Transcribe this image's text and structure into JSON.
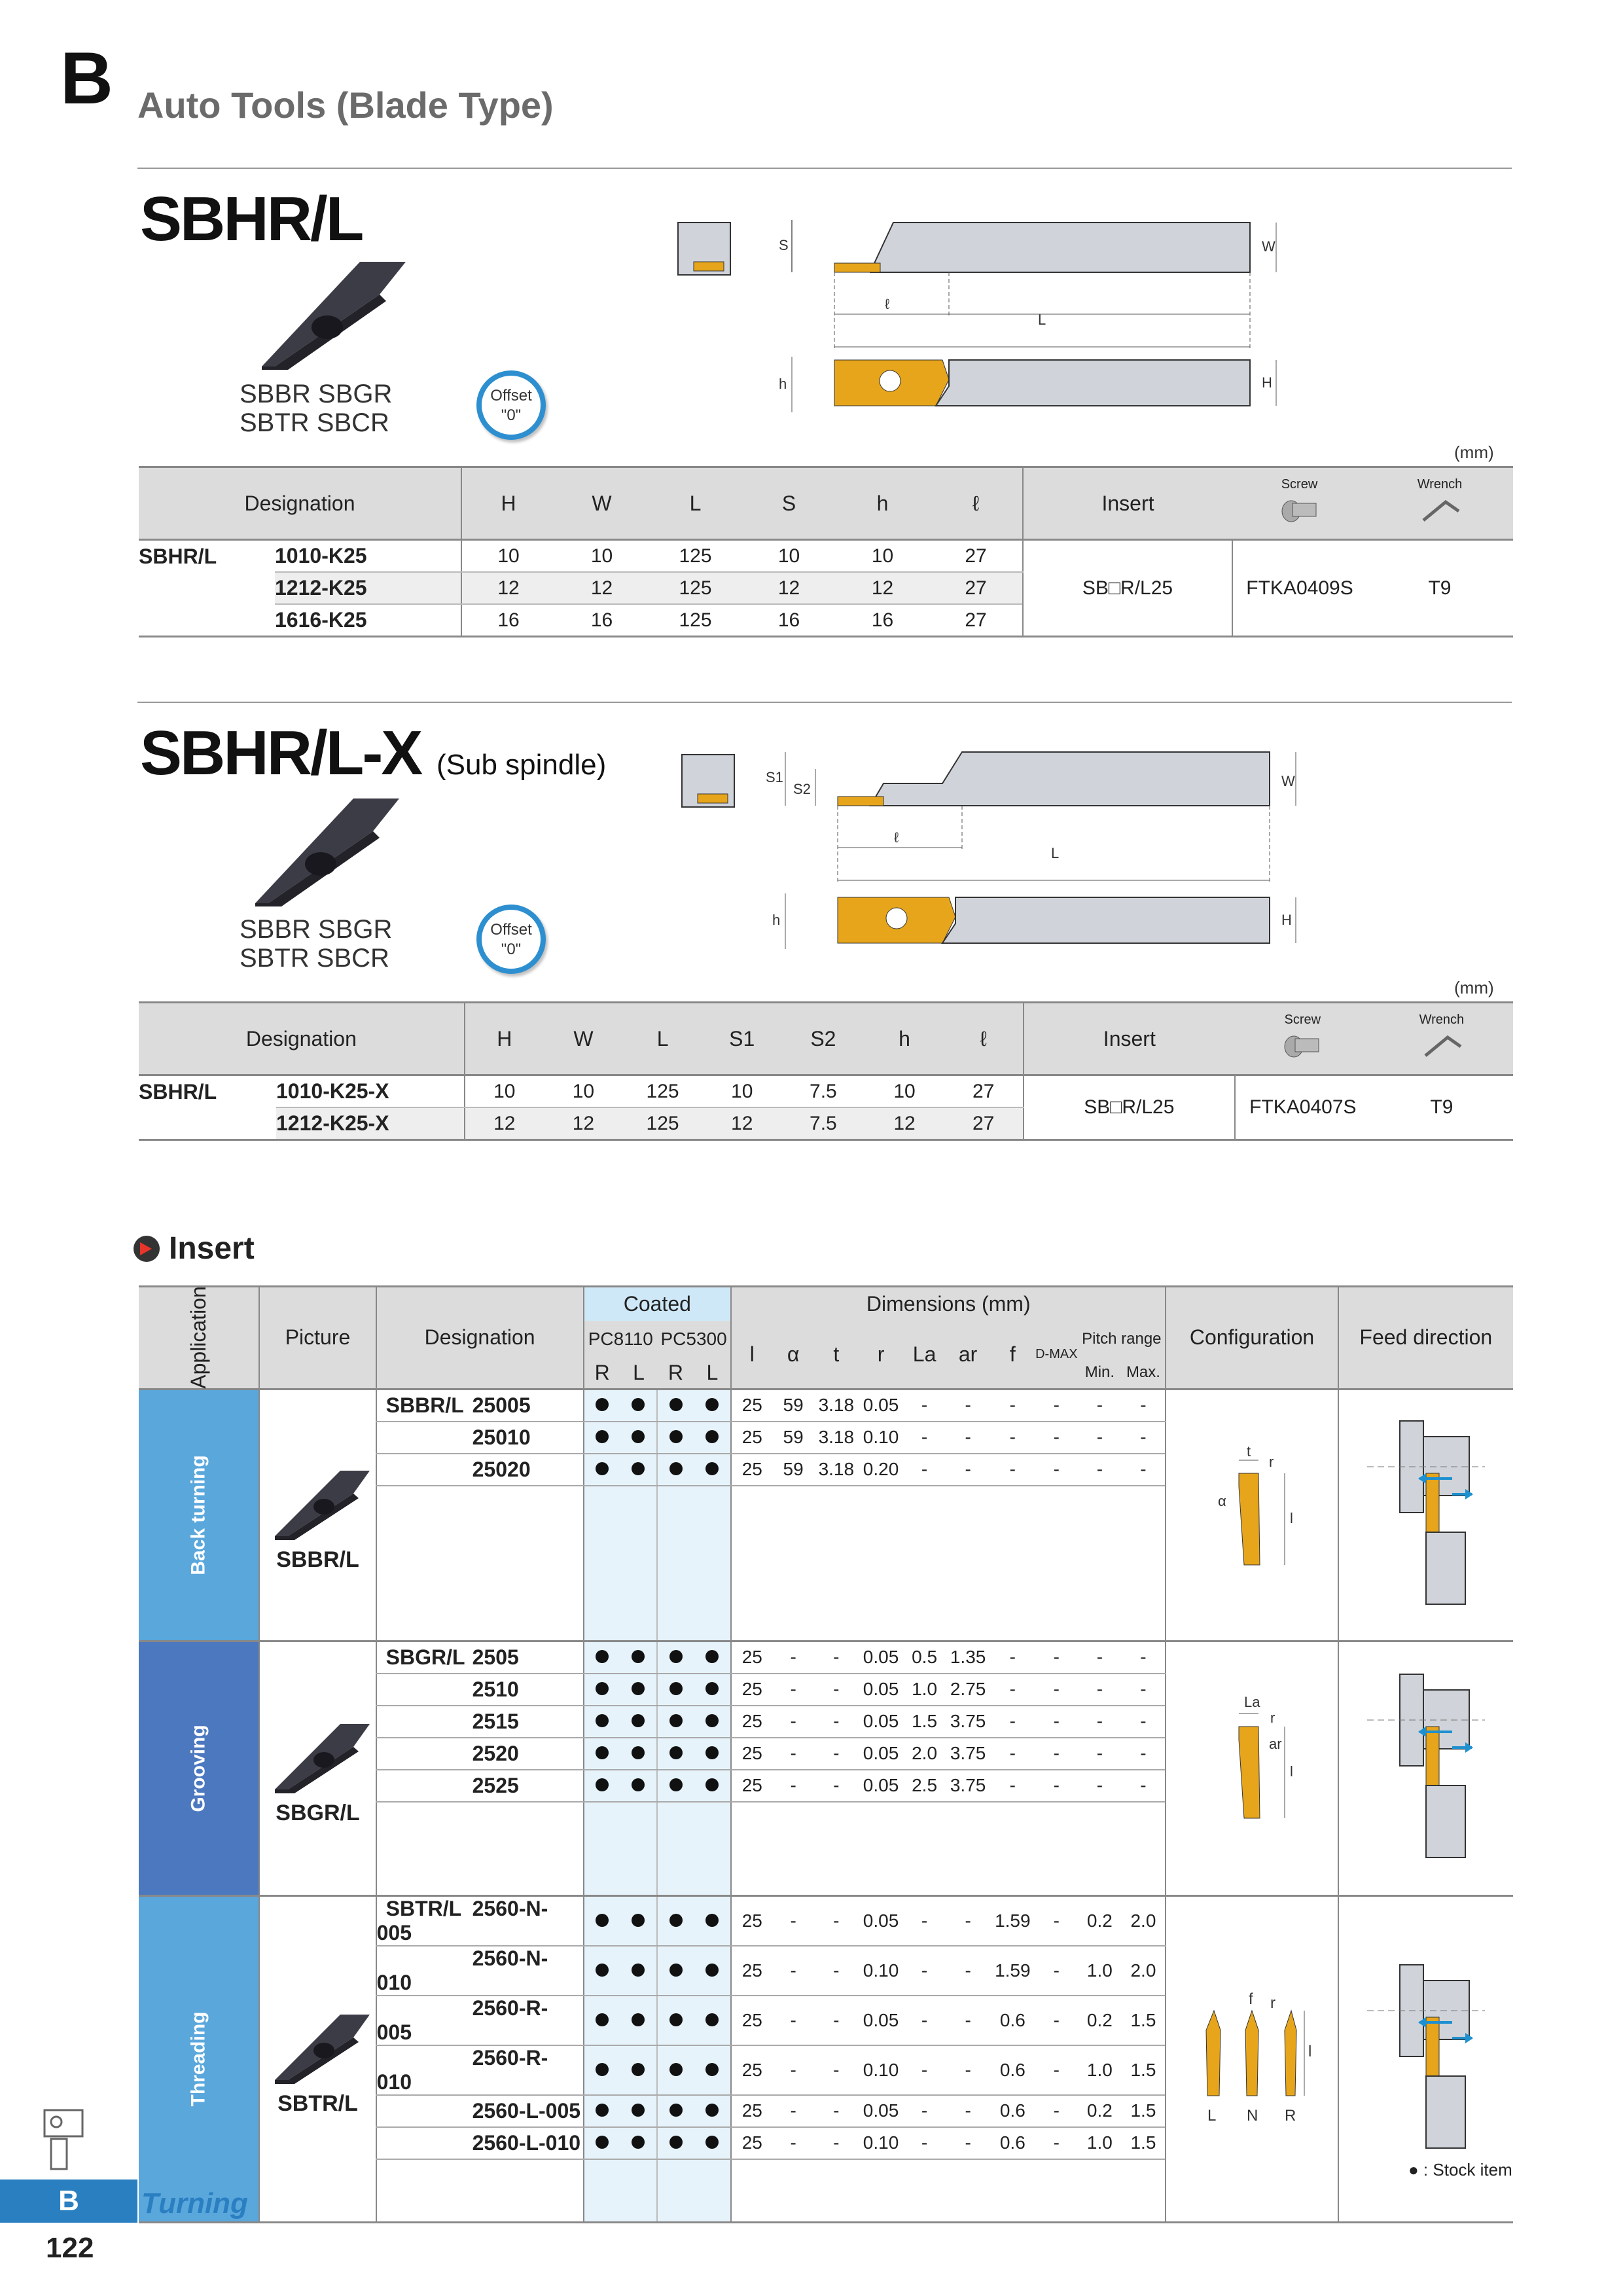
{
  "section": {
    "letter": "B",
    "title": "Auto Tools (Blade Type)"
  },
  "products": [
    {
      "title": "SBHR/L",
      "subtitle": "",
      "series_line1": "SBBR  SBGR",
      "series_line2": "SBTR  SBCR",
      "offset_line1": "Offset",
      "offset_line2": "\"0\"",
      "unit": "(mm)",
      "diagram_labels": {
        "s": "S",
        "w": "W",
        "l_small": "ℓ",
        "L": "L",
        "h": "h",
        "H": "H"
      },
      "headers": {
        "designation": "Designation",
        "cols": [
          "H",
          "W",
          "L",
          "S",
          "h",
          "ℓ"
        ],
        "insert": "Insert",
        "screw": "Screw",
        "wrench": "Wrench"
      },
      "prefix": "SBHR/L",
      "rows": [
        {
          "code": "1010-K25",
          "vals": [
            "10",
            "10",
            "125",
            "10",
            "10",
            "27"
          ]
        },
        {
          "code": "1212-K25",
          "vals": [
            "12",
            "12",
            "125",
            "12",
            "12",
            "27"
          ]
        },
        {
          "code": "1616-K25",
          "vals": [
            "16",
            "16",
            "125",
            "16",
            "16",
            "27"
          ]
        }
      ],
      "insert": "SB□R/L25",
      "screw": "FTKA0409S",
      "wrench": "T9"
    },
    {
      "title": "SBHR/L-X",
      "subtitle": "(Sub spindle)",
      "series_line1": "SBBR  SBGR",
      "series_line2": "SBTR  SBCR",
      "offset_line1": "Offset",
      "offset_line2": "\"0\"",
      "unit": "(mm)",
      "diagram_labels": {
        "s1": "S1",
        "s2": "S2",
        "w": "W",
        "l_small": "ℓ",
        "L": "L",
        "h": "h",
        "H": "H"
      },
      "headers": {
        "designation": "Designation",
        "cols": [
          "H",
          "W",
          "L",
          "S1",
          "S2",
          "h",
          "ℓ"
        ],
        "insert": "Insert",
        "screw": "Screw",
        "wrench": "Wrench"
      },
      "prefix": "SBHR/L",
      "rows": [
        {
          "code": "1010-K25-X",
          "vals": [
            "10",
            "10",
            "125",
            "10",
            "7.5",
            "10",
            "27"
          ]
        },
        {
          "code": "1212-K25-X",
          "vals": [
            "12",
            "12",
            "125",
            "12",
            "7.5",
            "12",
            "27"
          ]
        }
      ],
      "insert": "SB□R/L25",
      "screw": "FTKA0407S",
      "wrench": "T9"
    }
  ],
  "insert_section": {
    "title": "Insert",
    "headers": {
      "application": "Application",
      "picture": "Picture",
      "designation": "Designation",
      "coated": "Coated",
      "grade1": "PC8110",
      "grade2": "PC5300",
      "r": "R",
      "l": "L",
      "dimensions": "Dimensions (mm)",
      "dim_cols": [
        "l",
        "α",
        "t",
        "r",
        "La",
        "ar",
        "f",
        "D-MAX"
      ],
      "pitch": "Pitch range",
      "pitch_min": "Min.",
      "pitch_max": "Max.",
      "configuration": "Configuration",
      "feed": "Feed direction"
    },
    "groups": [
      {
        "application": "Back turning",
        "color": "#5aa7dc",
        "picture": "SBBR/L",
        "prefix": "SBBR/L",
        "config_labels": [
          "t",
          "r",
          "α",
          "l"
        ],
        "rows": [
          {
            "code": "25005",
            "vals": [
              "25",
              "59",
              "3.18",
              "0.05",
              "-",
              "-",
              "-",
              "-",
              "-",
              "-"
            ]
          },
          {
            "code": "25010",
            "vals": [
              "25",
              "59",
              "3.18",
              "0.10",
              "-",
              "-",
              "-",
              "-",
              "-",
              "-"
            ]
          },
          {
            "code": "25020",
            "vals": [
              "25",
              "59",
              "3.18",
              "0.20",
              "-",
              "-",
              "-",
              "-",
              "-",
              "-"
            ]
          }
        ]
      },
      {
        "application": "Grooving",
        "color": "#4b78bf",
        "picture": "SBGR/L",
        "prefix": "SBGR/L",
        "config_labels": [
          "La",
          "r",
          "ar",
          "l"
        ],
        "rows": [
          {
            "code": "2505",
            "vals": [
              "25",
              "-",
              "-",
              "0.05",
              "0.5",
              "1.35",
              "-",
              "-",
              "-",
              "-"
            ]
          },
          {
            "code": "2510",
            "vals": [
              "25",
              "-",
              "-",
              "0.05",
              "1.0",
              "2.75",
              "-",
              "-",
              "-",
              "-"
            ]
          },
          {
            "code": "2515",
            "vals": [
              "25",
              "-",
              "-",
              "0.05",
              "1.5",
              "3.75",
              "-",
              "-",
              "-",
              "-"
            ]
          },
          {
            "code": "2520",
            "vals": [
              "25",
              "-",
              "-",
              "0.05",
              "2.0",
              "3.75",
              "-",
              "-",
              "-",
              "-"
            ]
          },
          {
            "code": "2525",
            "vals": [
              "25",
              "-",
              "-",
              "0.05",
              "2.5",
              "3.75",
              "-",
              "-",
              "-",
              "-"
            ]
          }
        ]
      },
      {
        "application": "Threading",
        "color": "#5aa7dc",
        "picture": "SBTR/L",
        "prefix": "SBTR/L",
        "config_labels": [
          "f",
          "r",
          "l",
          "L",
          "N",
          "R"
        ],
        "rows": [
          {
            "code": "2560-N-005",
            "vals": [
              "25",
              "-",
              "-",
              "0.05",
              "-",
              "-",
              "1.59",
              "-",
              "0.2",
              "2.0"
            ]
          },
          {
            "code": "2560-N-010",
            "vals": [
              "25",
              "-",
              "-",
              "0.10",
              "-",
              "-",
              "1.59",
              "-",
              "1.0",
              "2.0"
            ]
          },
          {
            "code": "2560-R-005",
            "vals": [
              "25",
              "-",
              "-",
              "0.05",
              "-",
              "-",
              "0.6",
              "-",
              "0.2",
              "1.5"
            ]
          },
          {
            "code": "2560-R-010",
            "vals": [
              "25",
              "-",
              "-",
              "0.10",
              "-",
              "-",
              "0.6",
              "-",
              "1.0",
              "1.5"
            ]
          },
          {
            "code": "2560-L-005",
            "vals": [
              "25",
              "-",
              "-",
              "0.05",
              "-",
              "-",
              "0.6",
              "-",
              "0.2",
              "1.5"
            ]
          },
          {
            "code": "2560-L-010",
            "vals": [
              "25",
              "-",
              "-",
              "0.10",
              "-",
              "-",
              "0.6",
              "-",
              "1.0",
              "1.5"
            ]
          }
        ]
      }
    ],
    "legend": "● : Stock item"
  },
  "footer": {
    "tab_letter": "B",
    "category": "Turning",
    "page": "122"
  }
}
